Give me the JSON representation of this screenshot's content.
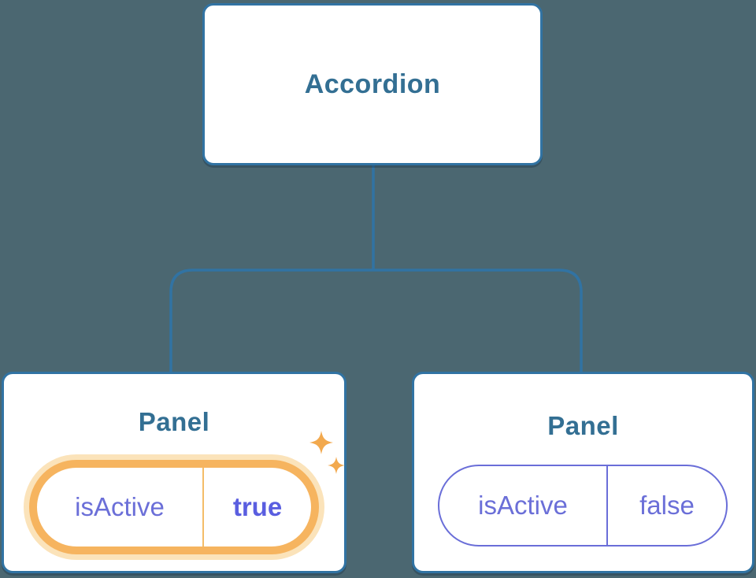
{
  "diagram": {
    "root": {
      "label": "Accordion"
    },
    "panels": [
      {
        "title": "Panel",
        "prop": {
          "name": "isActive",
          "value": "true"
        },
        "highlighted": true
      },
      {
        "title": "Panel",
        "prop": {
          "name": "isActive",
          "value": "false"
        },
        "highlighted": false
      }
    ]
  },
  "colors": {
    "background": "#4b6771",
    "connector": "#3173a3",
    "node_border": "#3173a3",
    "node_fill": "#ffffff",
    "heading_text": "#336f93",
    "prop_text": "#6b6fd8",
    "prop_value_active_text": "#5a5ee0",
    "highlight_ring": "#f6b45f",
    "highlight_glow": "#fbe3ba",
    "highlight_divider": "#f4bd68",
    "sparkle": "#f2a94e"
  }
}
